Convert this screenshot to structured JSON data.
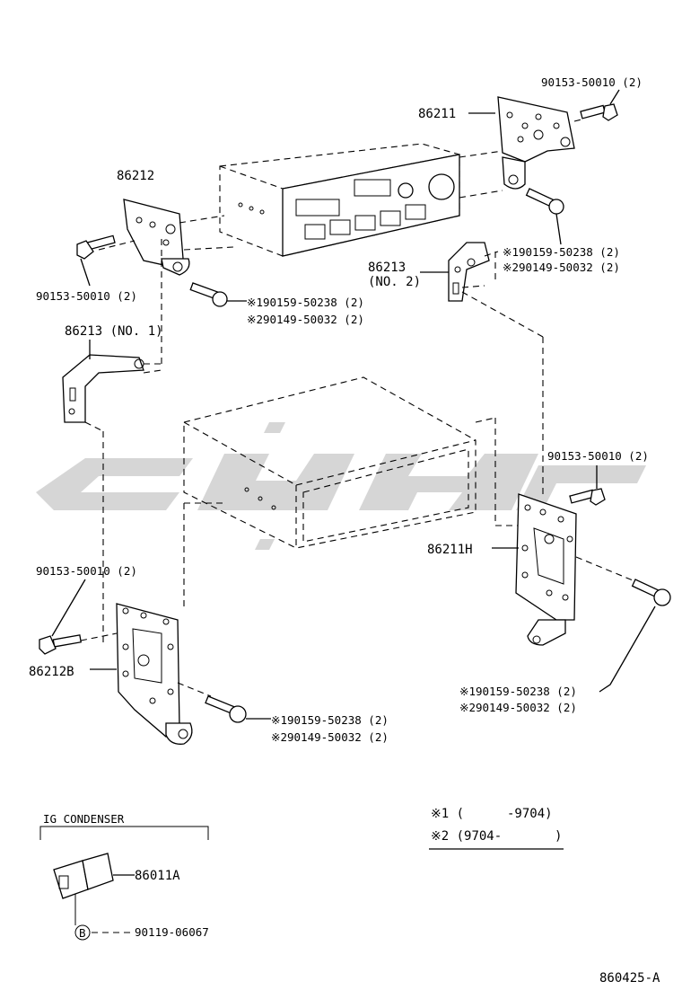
{
  "labels": {
    "bolt_top_right": "90153-50010 (2)",
    "bracket_86211": "86211",
    "bracket_86212": "86212",
    "bolt_left_upper": "90153-50010 (2)",
    "screw_left_1": "※190159-50238 (2)",
    "screw_left_2": "※290149-50032 (2)",
    "screw_right_1": "※190159-50238 (2)",
    "screw_right_2": "※290149-50032 (2)",
    "bracket_86213_no2_a": "86213",
    "bracket_86213_no2_b": "(NO. 2)",
    "bracket_86213_no1": "86213 (NO. 1)",
    "bolt_mid_right": "90153-50010 (2)",
    "bracket_86211h": "86211H",
    "bolt_left_lower": "90153-50010 (2)",
    "bracket_86212b": "86212B",
    "screw_bottom_right_1": "※190159-50238 (2)",
    "screw_bottom_right_2": "※290149-50032 (2)",
    "screw_bottom_1": "※190159-50238 (2)",
    "screw_bottom_2": "※290149-50032 (2)",
    "ig_condenser_title": "IG CONDENSER",
    "condenser_part": "86011A",
    "screw_b_marker": "B",
    "screw_b_part": "90119-06067",
    "legend_1_prefix": "※1 (",
    "legend_1_range": "-9704)",
    "legend_2_prefix": "※2 (9704-",
    "legend_2_suffix": ")",
    "drawing_number": "860425-A"
  }
}
